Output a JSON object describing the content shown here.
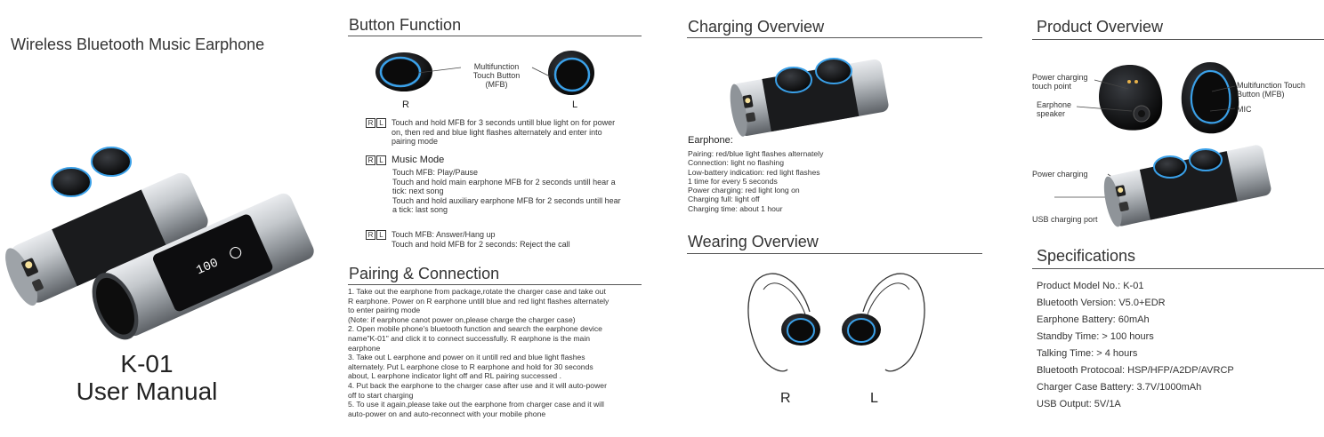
{
  "cover": {
    "title": "Wireless Bluetooth Music Earphone",
    "model": "K-01",
    "subtitle": "User Manual",
    "display_digits": "100"
  },
  "button_function": {
    "heading": "Button Function",
    "mfb_label_line1": "Multifunction",
    "mfb_label_line2": "Touch Button (MFB)",
    "r_label": "R",
    "l_label": "L",
    "rl_r": "R",
    "rl_l": "L",
    "item1": [
      "Touch and hold MFB for 3 seconds untill blue light on for power",
      "on, then red and blue light flashes alternately and enter into",
      "pairing mode"
    ],
    "music_mode": "Music Mode",
    "music_lines": [
      "Touch MFB: Play/Pause",
      "Touch and hold main earphone MFB for 2 seconds untill hear a",
      "tick: next song",
      "Touch and hold auxiliary earphone MFB for 2 seconds untill hear",
      "a tick: last song"
    ],
    "call_lines": [
      "Touch MFB: Answer/Hang up",
      "Touch and hold MFB for 2 seconds: Reject the call"
    ]
  },
  "pairing": {
    "heading": "Pairing & Connection",
    "lines": [
      "1. Take out the earphone from package,rotate the charger case and take out",
      "R earphone. Power on R earphone untill blue and red light flashes alternately",
      "to enter pairing mode",
      "(Note: if earphone canot power on,please charge the charger case)",
      "2. Open mobile phone's bluetooth function and search the earphone device",
      "name\"K-01\" and click it to connect successfully. R earphone is the main",
      "earphone",
      "3. Take out L earphone and power on it untill red and blue  light flashes",
      "alternately. Put L earphone close to R earphone and hold for 30 seconds",
      "about, L earphone indicator light off and RL pairing successed .",
      "4. Put back the earphone to the charger case after use and it will auto-power",
      "off to start charging",
      "5. To use it again,please take out the earphone from charger case and it will",
      "auto-power on and auto-reconnect with your mobile phone"
    ]
  },
  "charging": {
    "heading": "Charging Overview",
    "sub": "Earphone:",
    "lines": [
      "Pairing: red/blue light flashes alternately",
      "Connection: light no flashing",
      "Low-battery indication: red light flashes",
      "1 time for every 5 seconds",
      "Power charging: red light long on",
      "Charging full: light off",
      "Charging time: about 1 hour"
    ]
  },
  "wearing": {
    "heading": "Wearing Overview",
    "r_label": "R",
    "l_label": "L"
  },
  "product": {
    "heading": "Product Overview",
    "labels": {
      "power_touch_1": "Power charging",
      "power_touch_2": "touch point",
      "speaker_1": "Earphone",
      "speaker_2": "speaker",
      "mfb_1": "Multifunction Touch",
      "mfb_2": "Button (MFB)",
      "mic": "MIC",
      "power_charging": "Power charging",
      "usb_port": "USB charging port"
    }
  },
  "specifications": {
    "heading": "Specifications",
    "items": [
      "Product Model No.: K-01",
      "Bluetooth Version: V5.0+EDR",
      "Earphone Battery: 60mAh",
      "Standby Time: > 100 hours",
      "Talking Time: > 4 hours",
      "Bluetooth Protocoal: HSP/HFP/A2DP/AVRCP",
      "Charger Case Battery: 3.7V/1000mAh",
      "USB Output: 5V/1A"
    ]
  },
  "colors": {
    "accent_blue": "#3aa0e8",
    "metal": "#b9bdc2",
    "dark": "#111111"
  }
}
